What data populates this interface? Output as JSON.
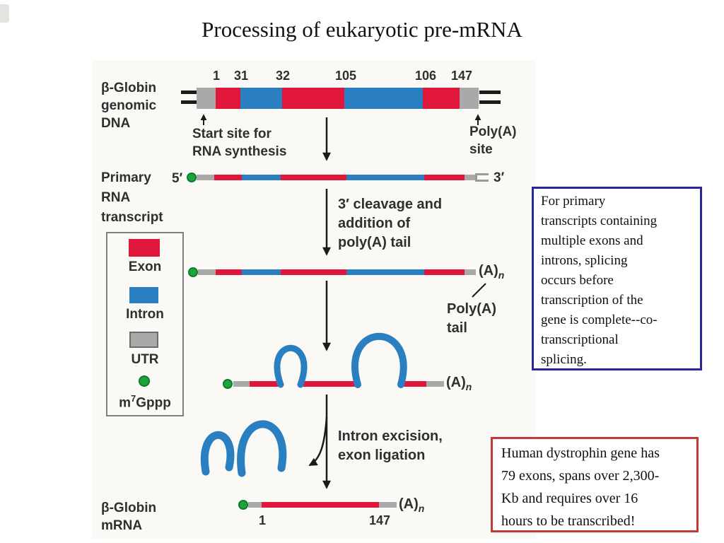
{
  "title": "Processing of eukaryotic pre-mRNA",
  "colors": {
    "exon_red": "#e0173a",
    "intron_blue": "#2a7fc1",
    "utr_gray": "#a9a9a9",
    "cap_green": "#1ea43c",
    "dna_black": "#1b1b1b",
    "blue_note_border": "#28289a",
    "red_note_border": "#c13a3a"
  },
  "genomic": {
    "label_lines": [
      "β-Globin",
      "genomic",
      "DNA"
    ],
    "positions": [
      "1",
      "31",
      "32",
      "105",
      "106",
      "147"
    ],
    "start_site_lines": [
      "Start site for",
      "RNA synthesis"
    ],
    "polya_site_lines": [
      "Poly(A)",
      "site"
    ]
  },
  "primary": {
    "label_lines": [
      "Primary",
      "RNA",
      "transcript"
    ],
    "five_prime": "5′",
    "three_prime": "3′"
  },
  "steps": {
    "cleavage_lines": [
      "3′ cleavage and",
      "addition of",
      "poly(A) tail"
    ],
    "excision_lines": [
      "Intron excision,",
      "exon ligation"
    ]
  },
  "polya": {
    "a_main": "(A)",
    "a_sub": "n",
    "tail_lines": [
      "Poly(A)",
      "tail"
    ]
  },
  "legend": {
    "exon": "Exon",
    "intron": "Intron",
    "utr": "UTR",
    "cap_prefix": "m",
    "cap_sup": "7",
    "cap_rest": "Gppp"
  },
  "mrna": {
    "label_lines": [
      "β-Globin",
      "mRNA"
    ],
    "start": "1",
    "end": "147"
  },
  "notes": {
    "blue": "For primary\ntranscripts containing\nmultiple exons and\nintrons, splicing\noccurs before\ntranscription of the\ngene is complete--co-\ntranscriptional\nsplicing.",
    "red": "Human dystrophin gene has\n79 exons, spans over 2,300-\nKb and requires over 16\nhours to be transcribed!"
  }
}
